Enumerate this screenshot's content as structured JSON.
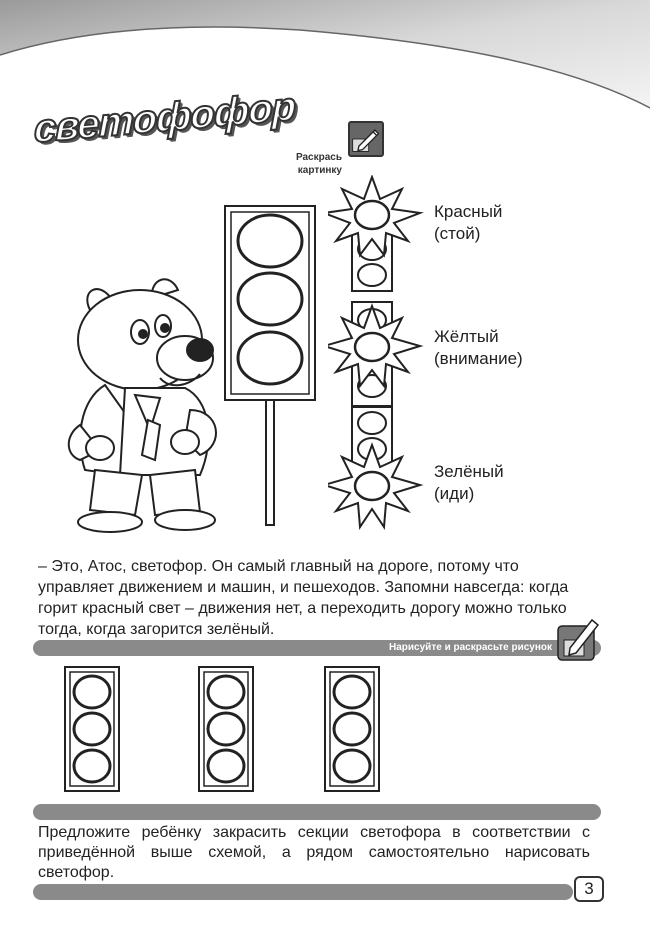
{
  "title": "Светофофор",
  "hint": "Раскрась картинку",
  "signals": [
    {
      "name": "Красный",
      "action": "(стой)"
    },
    {
      "name": "Жёлтый",
      "action": "(внимание)"
    },
    {
      "name": "Зелёный",
      "action": "(иди)"
    }
  ],
  "paragraph": "– Это, Атос, светофор. Он самый главный на дороге, потому что управляет движением и машин, и пешеходов. Запомни навсегда: когда горит красный свет – движения нет, а переходить дорогу можно только тогда, когда загорится зелёный.",
  "draw_caption": "Нарисуйте и раскрасьте рисунок",
  "instruction": "Предложите ребёнку закрасить секции светофора в соответствии с приведённой выше схемой, а рядом самостоятельно нарисовать светофор.",
  "page_number": "3"
}
